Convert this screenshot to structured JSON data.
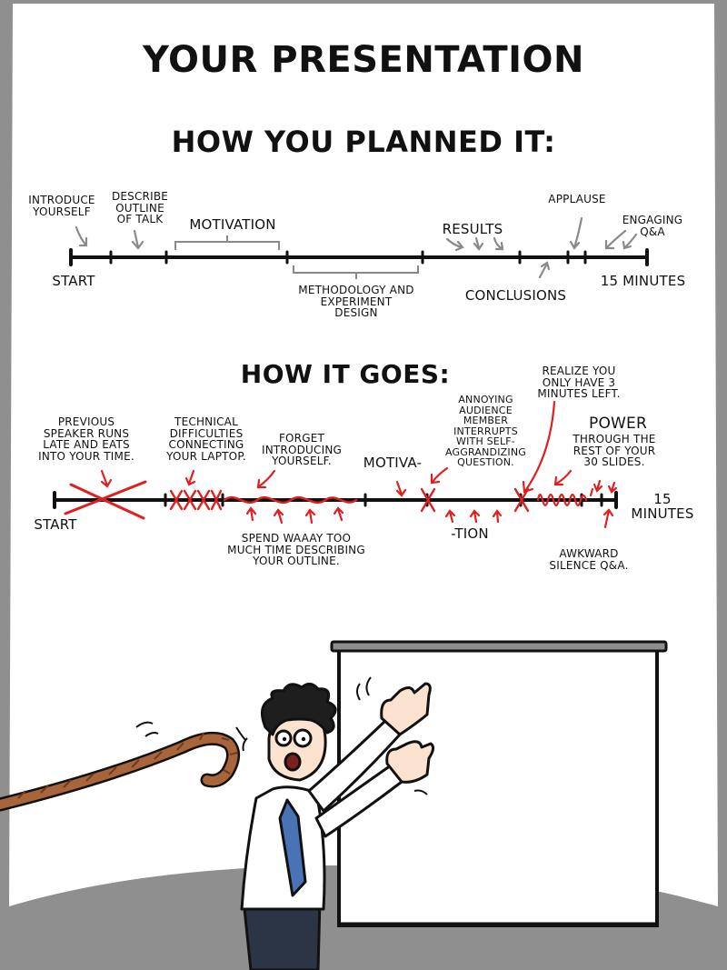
{
  "title": "YOUR PRESENTATION",
  "planned": {
    "heading": "HOW YOU PLANNED IT:",
    "labels": {
      "introduce": "INTRODUCE\nYOURSELF",
      "describe": "DESCRIBE\nOUTLINE\nOF TALK",
      "motivation": "MOTIVATION",
      "results": "RESULTS",
      "applause": "APPLAUSE",
      "engaging": "ENGAGING\nQ&A",
      "start": "START",
      "methodology": "METHODOLOGY AND\nEXPERIMENT\nDESIGN",
      "conclusions": "CONCLUSIONS",
      "end": "15 MINUTES"
    }
  },
  "goes": {
    "heading": "HOW IT GOES:",
    "labels": {
      "previous": "PREVIOUS\nSPEAKER RUNS\nLATE AND EATS\nINTO YOUR TIME.",
      "technical": "TECHNICAL\nDIFFICULTIES\nCONNECTING\nYOUR LAPTOP.",
      "forget": "FORGET\nINTRODUCING\nYOURSELF.",
      "motiva": "MOTIVA-",
      "annoying": "ANNOYING\nAUDIENCE\nMEMBER\nINTERRUPTS\nWITH SELF-\nAGGRANDIZING\nQUESTION.",
      "realize": "REALIZE YOU\nONLY HAVE 3\nMINUTES LEFT.",
      "power": "POWER",
      "power_rest": "THROUGH THE\nREST OF YOUR\n30 SLIDES.",
      "start": "START",
      "end": "15\nMINUTES",
      "spend": "SPEND WAAAY TOO\nMUCH TIME DESCRIBING\nYOUR OUTLINE.",
      "tion": "-TION",
      "awkward": "AWKWARD\nSILENCE Q&A."
    }
  },
  "colors": {
    "background": "#8f8f8f",
    "paper": "#ffffff",
    "ink": "#111111",
    "red": "#e02020",
    "gray_arrow": "#8a8a8a",
    "shirt": "#ffffff",
    "tie": "#4a73b5",
    "skin": "#fbe3cf",
    "cane": "#a8643a"
  }
}
